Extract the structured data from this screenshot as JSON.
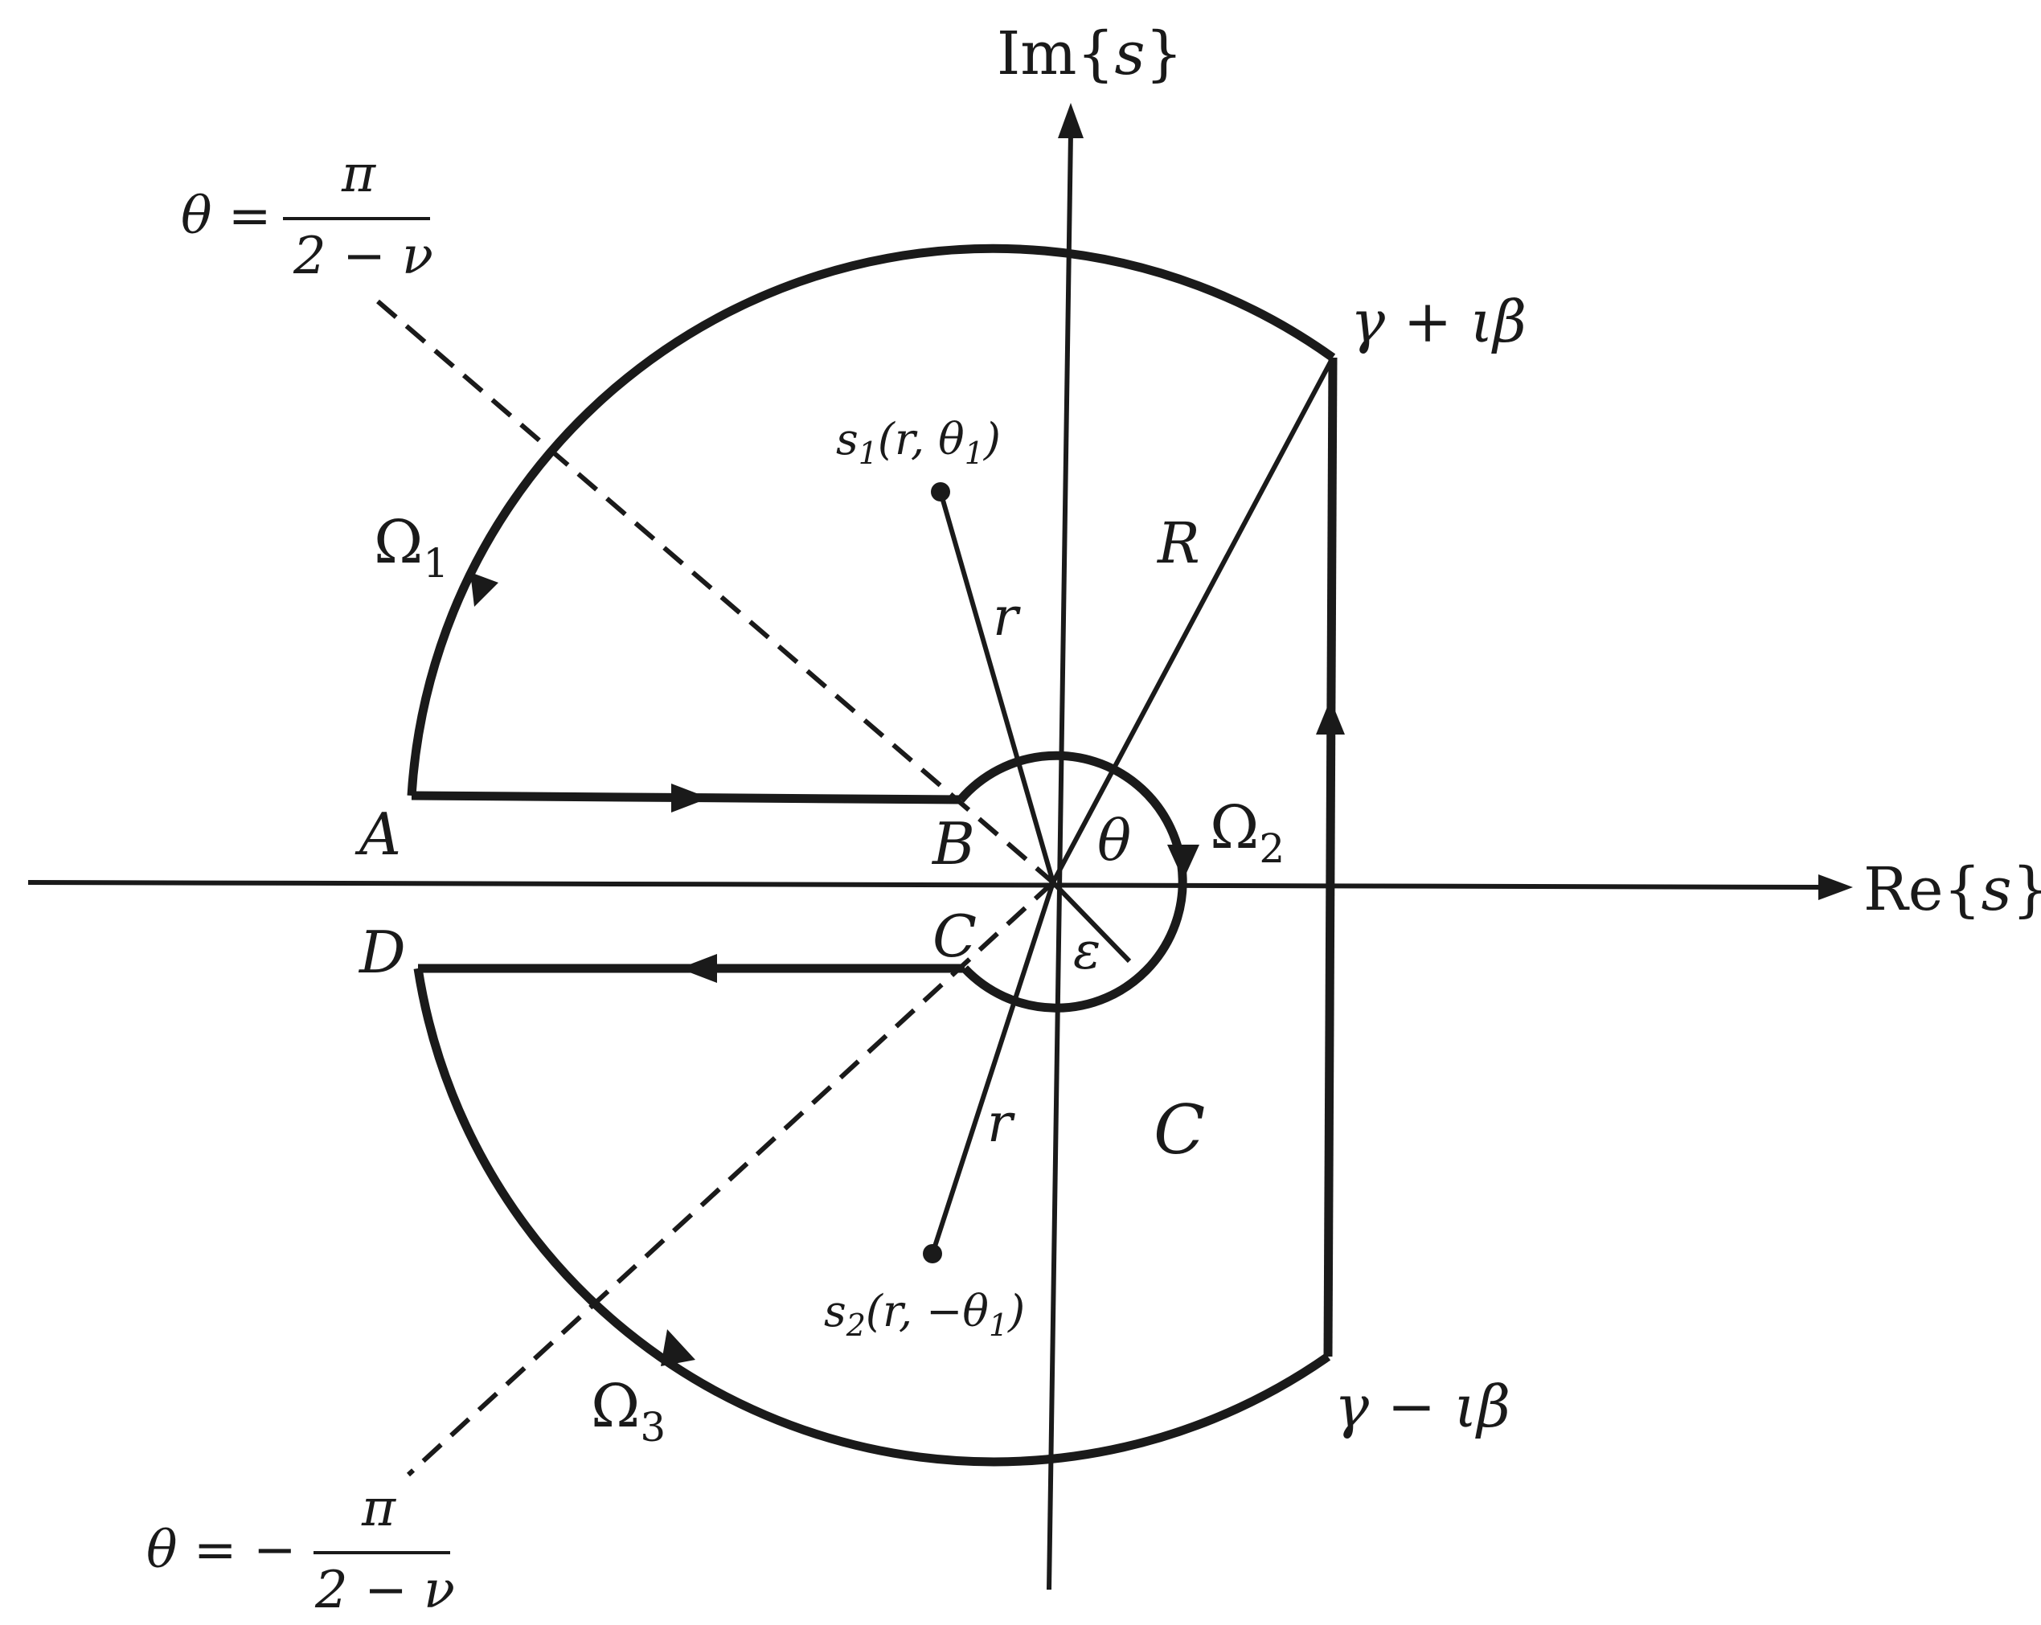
{
  "axes": {
    "imag_label": {
      "base": "Im",
      "open": "{",
      "var": "s",
      "close": "}"
    },
    "real_label": {
      "base": "Re",
      "open": "{",
      "var": "s",
      "close": "}"
    }
  },
  "ray_upper": {
    "lhs": "θ = ",
    "numerator": "π",
    "denominator": "2 − ν"
  },
  "ray_lower": {
    "lhs": "θ = −",
    "numerator": "π",
    "denominator": "2 − ν"
  },
  "points": {
    "A": "A",
    "B": "B",
    "C": "C",
    "D": "D",
    "top_corner": "γ + ιβ",
    "bottom_corner": "γ − ιβ",
    "s1": {
      "main": "s",
      "sub": "1",
      "rest": "(r, θ",
      "sub2": "1",
      "end": ")"
    },
    "s2": {
      "main": "s",
      "sub": "2",
      "rest": "(r, −θ",
      "sub2": "1",
      "end": ")"
    }
  },
  "labels": {
    "omega1": {
      "main": "Ω",
      "sub": "1"
    },
    "omega2": {
      "main": "Ω",
      "sub": "2"
    },
    "omega3": {
      "main": "Ω",
      "sub": "3"
    },
    "R": "R",
    "r_upper": "r",
    "r_lower": "r",
    "theta": "θ",
    "epsilon": "ε",
    "contour": "C"
  }
}
